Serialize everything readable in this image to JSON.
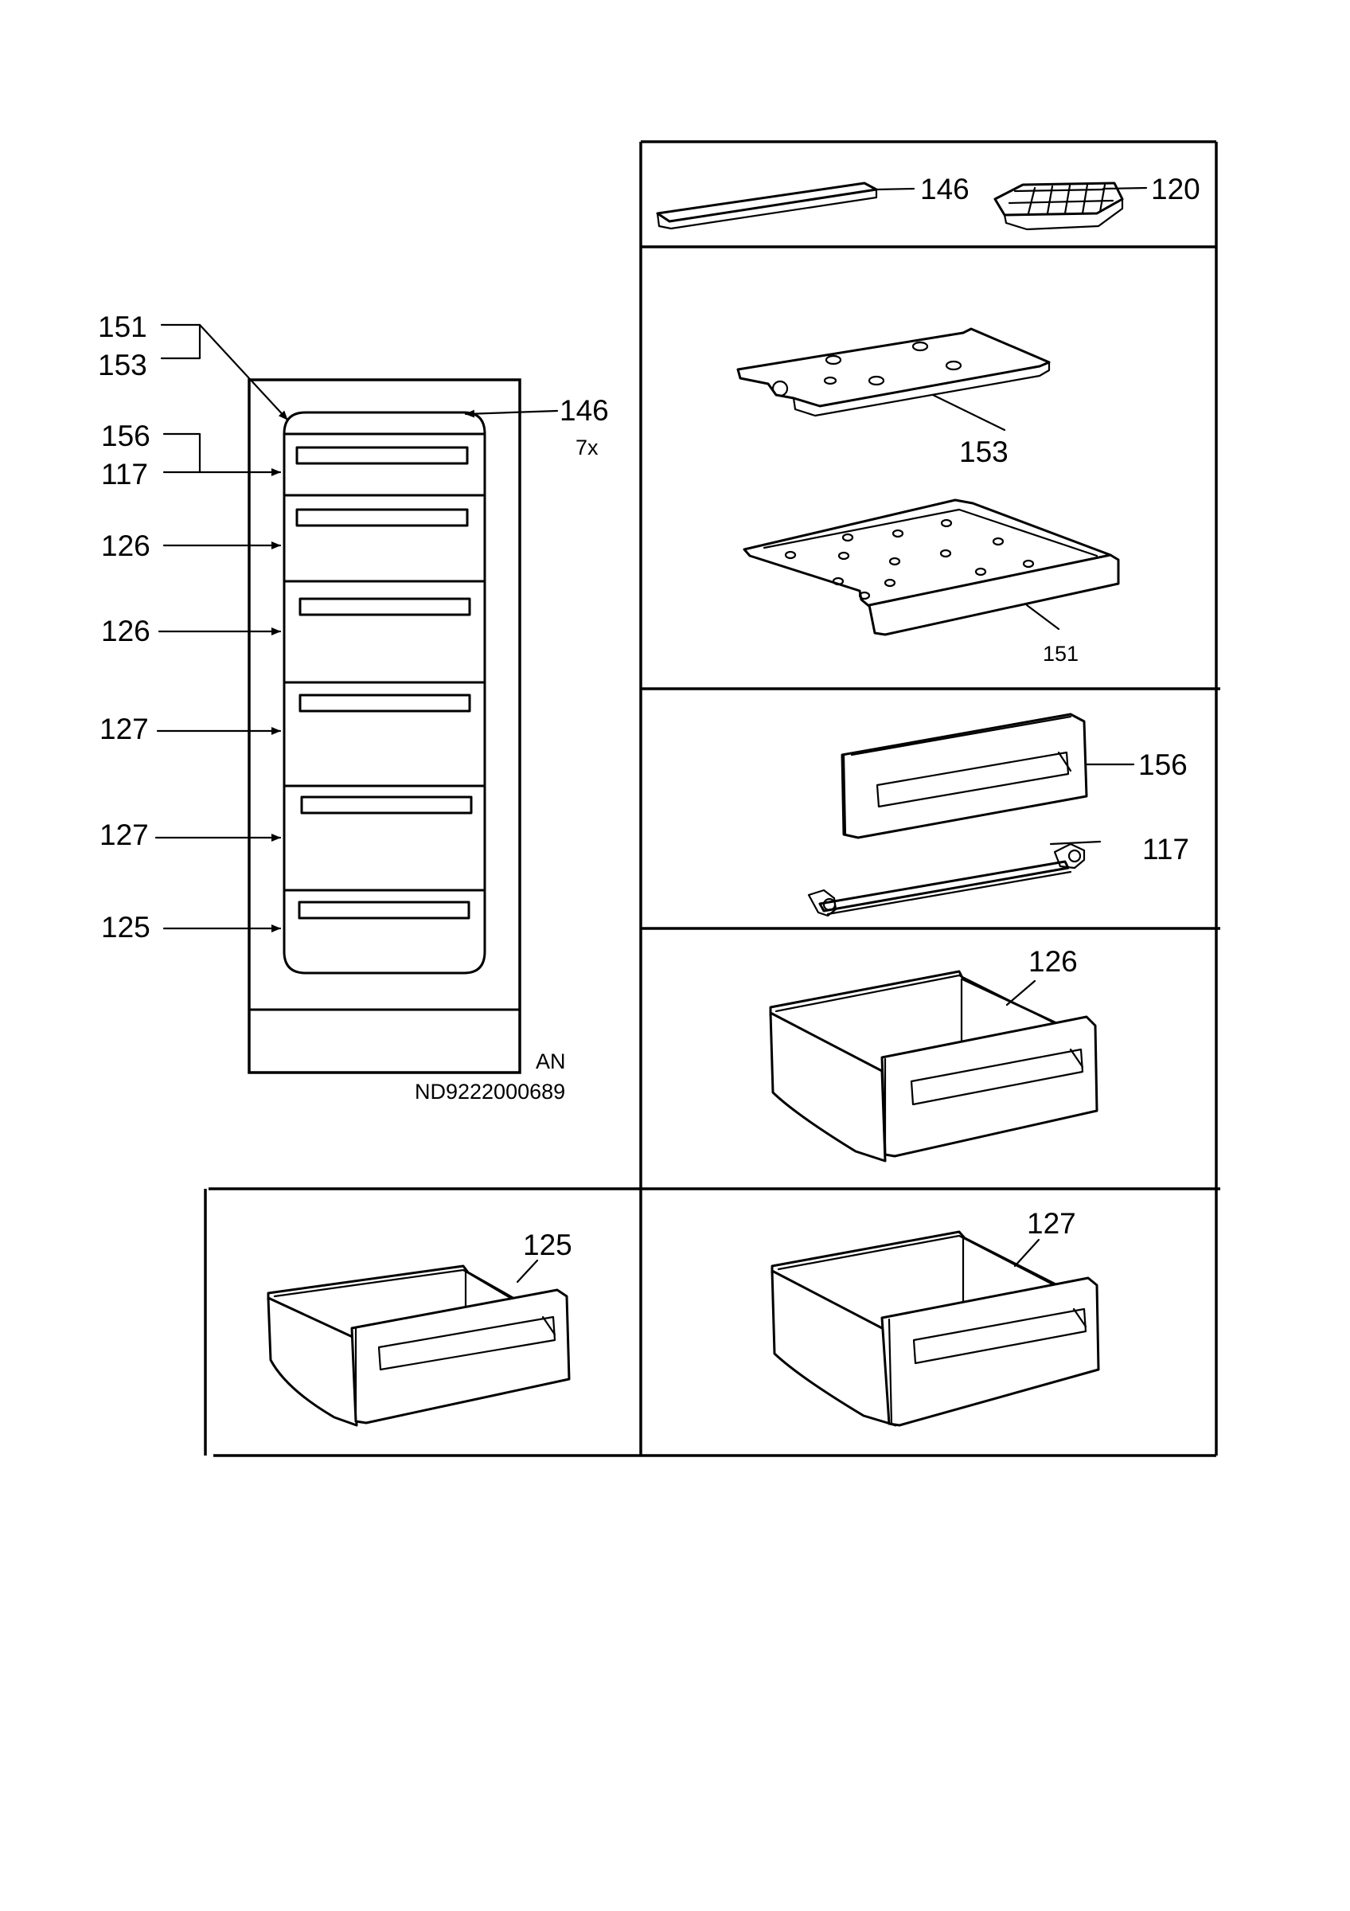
{
  "overview": {
    "labels": {
      "l151": "151",
      "l153": "153",
      "l156": "156",
      "l117": "117",
      "l126a": "126",
      "l126b": "126",
      "l127a": "127",
      "l127b": "127",
      "l125": "125",
      "l146": "146",
      "qty146": "7x"
    },
    "code_an": "AN",
    "drawing_number": "ND9222000689"
  },
  "panels": {
    "bar_tray": {
      "left_label": "146",
      "right_label": "120"
    },
    "glass_shelf": {
      "top_label": "153",
      "bottom_label": "151"
    },
    "front_rail": {
      "front_label": "156",
      "rail_label": "117"
    },
    "drawer_126": {
      "label": "126"
    },
    "drawer_125": {
      "label": "125"
    },
    "drawer_127": {
      "label": "127"
    }
  }
}
